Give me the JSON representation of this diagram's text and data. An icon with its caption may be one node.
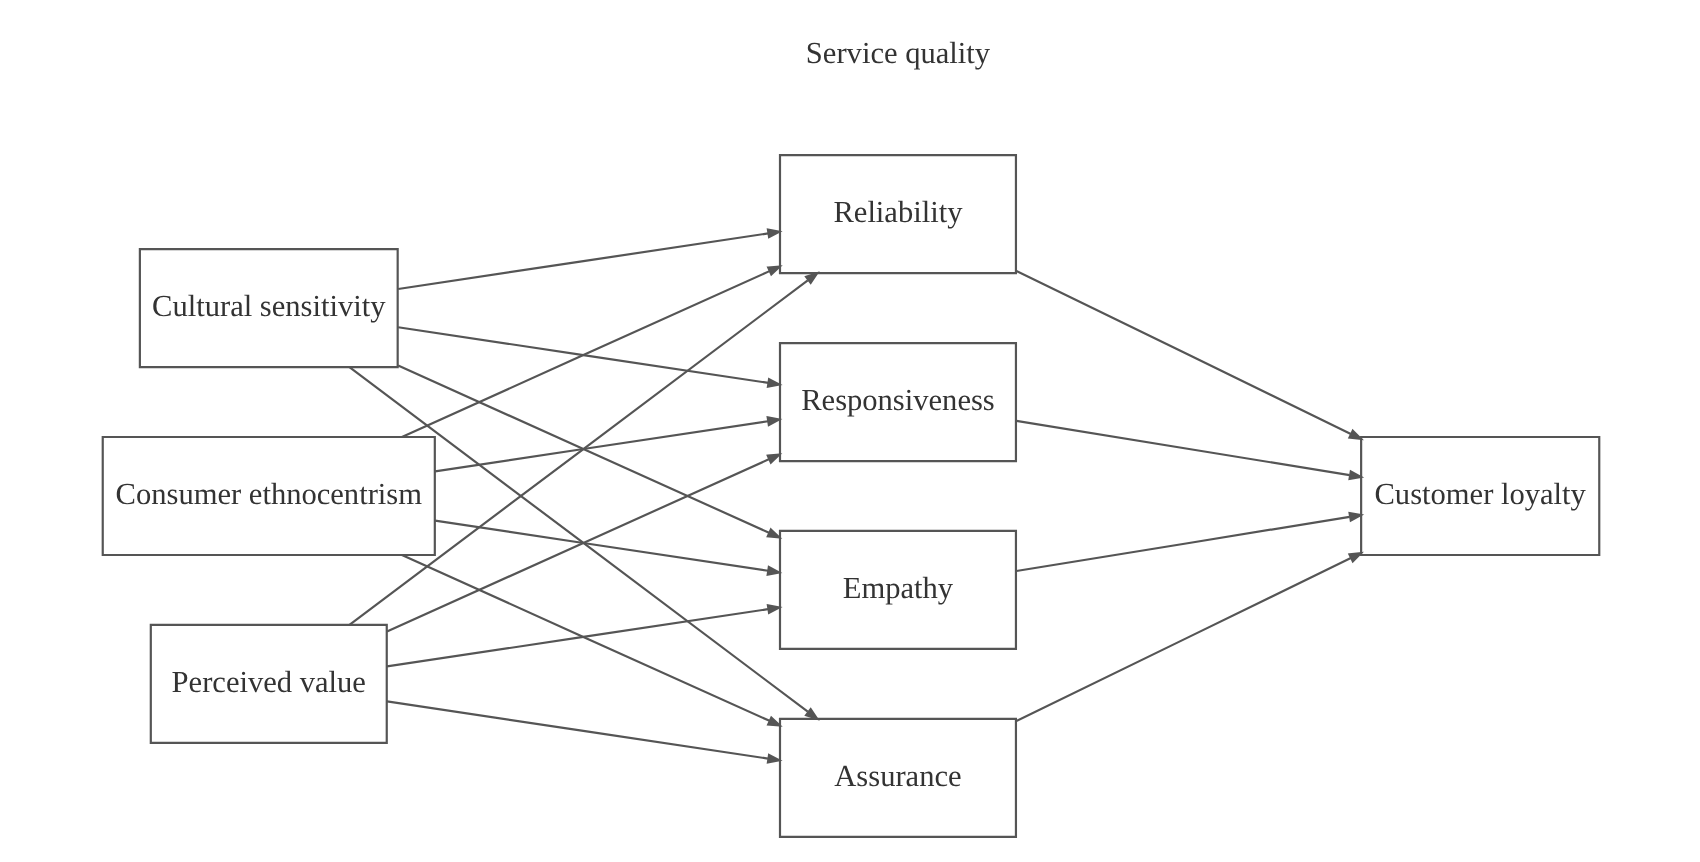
{
  "diagram": {
    "nodes": [
      {
        "text": [
          "Cultural sensitivity"
        ]
      },
      {
        "text": [
          "Consumer ethnocentrism"
        ]
      },
      {
        "text": [
          "Perceived value"
        ]
      },
      {
        "text": [
          "Reliability"
        ]
      },
      {
        "text": [
          "Responsiveness"
        ]
      },
      {
        "text": [
          "Empathy"
        ]
      },
      {
        "text": [
          "Assurance"
        ]
      },
      {
        "text": [
          "Customer loyalty"
        ]
      }
    ],
    "edges": [
      {
        "from": 0,
        "to": 3,
        "arrow": "to"
      },
      {
        "from": 0,
        "to": 4,
        "arrow": "to"
      },
      {
        "from": 0,
        "to": 5,
        "arrow": "to"
      },
      {
        "from": 0,
        "to": 6,
        "arrow": "to"
      },
      {
        "from": 1,
        "to": 3,
        "arrow": "to"
      },
      {
        "from": 1,
        "to": 4,
        "arrow": "to"
      },
      {
        "from": 1,
        "to": 5,
        "arrow": "to"
      },
      {
        "from": 1,
        "to": 6,
        "arrow": "to"
      },
      {
        "from": 2,
        "to": 3,
        "arrow": "to"
      },
      {
        "from": 2,
        "to": 4,
        "arrow": "to"
      },
      {
        "from": 2,
        "to": 5,
        "arrow": "to"
      },
      {
        "from": 2,
        "to": 6,
        "arrow": "to"
      },
      {
        "from": 3,
        "to": 7,
        "arrow": "to"
      },
      {
        "from": 4,
        "to": 7,
        "arrow": "to"
      },
      {
        "from": 5,
        "to": 7,
        "arrow": "to"
      },
      {
        "from": 6,
        "to": 7,
        "arrow": "to"
      }
    ],
    "labels": [
      "Service quality"
    ]
  }
}
